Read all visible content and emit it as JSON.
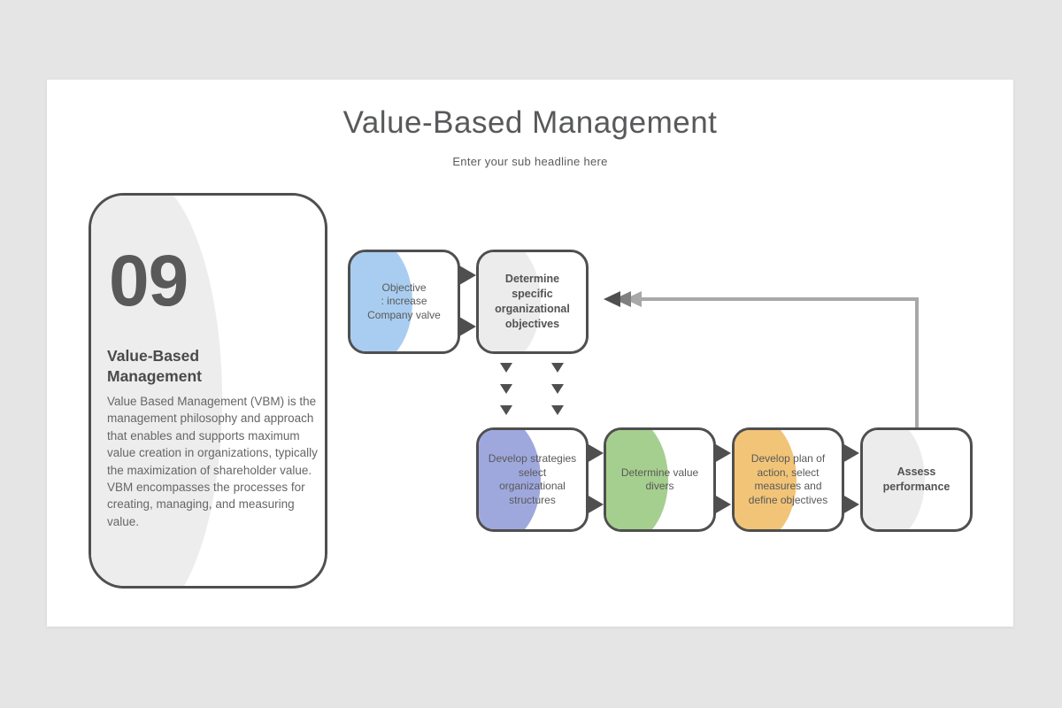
{
  "header": {
    "title": "Value-Based Management",
    "subtitle": "Enter your sub headline here"
  },
  "card": {
    "number": "09",
    "heading": "Value-Based Management",
    "body": "Value Based Management (VBM) is the management philosophy and approach that enables and supports maximum value creation in organizations, typically the maximization of shareholder value. VBM encompasses the processes for creating, managing, and measuring value.",
    "leaf_color": "#ededed"
  },
  "flow": {
    "boxes": [
      {
        "label": "Objective\n: increase\nCompany valve",
        "leaf_color": "#a9cdf0",
        "bold": false
      },
      {
        "label": "Determine\nspecific\norganizational\nobjectives",
        "leaf_color": "#ececec",
        "bold": true
      },
      {
        "label": "Develop strategies\nselect\norganizational\nstructures",
        "leaf_color": "#9fa8dd",
        "bold": false
      },
      {
        "label": "Determine value\ndivers",
        "leaf_color": "#a5cf8e",
        "bold": false
      },
      {
        "label": "Develop plan of\naction, select\nmeasures and\ndefine objectives",
        "leaf_color": "#f2c478",
        "bold": false
      },
      {
        "label": "Assess\nperformance",
        "leaf_color": "#ececec",
        "bold": true
      }
    ],
    "colors": {
      "arrow": "#4f4f4f",
      "feedback_line": "#a8a8a8",
      "chevron_dark": "#4f4f4f",
      "chevron_mid": "#7f7f7f",
      "chevron_light": "#a8a8a8"
    }
  }
}
